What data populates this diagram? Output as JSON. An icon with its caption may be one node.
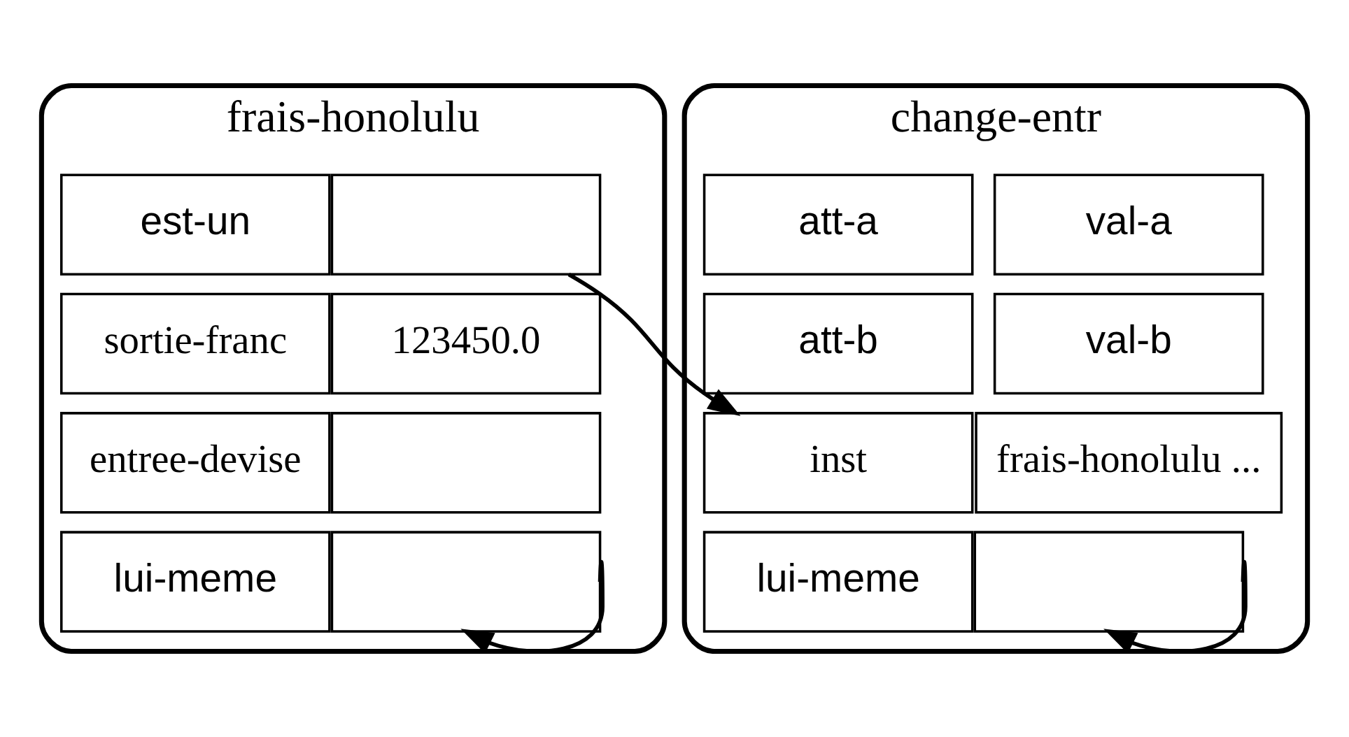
{
  "diagram": {
    "nodes": [
      {
        "text": [
          "frais-honolulu"
        ]
      },
      {
        "text": [
          "est-un"
        ],
        "in": 0
      },
      {
        "text": [],
        "shape": "box",
        "in": 0
      },
      {
        "text": [
          "sortie-franc"
        ],
        "in": 0
      },
      {
        "text": [
          "123450.0"
        ],
        "in": 0
      },
      {
        "text": [
          "entree-devise"
        ],
        "in": 0
      },
      {
        "text": [],
        "shape": "box",
        "in": 0
      },
      {
        "text": [
          "lui-meme"
        ],
        "in": 0
      },
      {
        "text": [],
        "shape": "box",
        "in": 0
      },
      {
        "text": [
          "change-entr"
        ]
      },
      {
        "text": [
          "att-a"
        ],
        "in": 9
      },
      {
        "text": [
          "val-a"
        ],
        "in": 9
      },
      {
        "text": [
          "att-b"
        ],
        "in": 9
      },
      {
        "text": [
          "val-b"
        ],
        "in": 9
      },
      {
        "text": [
          "inst"
        ],
        "in": 9
      },
      {
        "text": [
          "frais-honolulu ..."
        ],
        "in": 9
      },
      {
        "text": [
          "lui-meme"
        ],
        "in": 9
      },
      {
        "text": [],
        "shape": "box",
        "in": 9
      }
    ],
    "edges": [
      {
        "from": 2,
        "to": 14,
        "arrow": "to"
      },
      {
        "from": 8,
        "to": 8,
        "arrow": "to"
      },
      {
        "from": 17,
        "to": 17,
        "arrow": "to"
      }
    ]
  }
}
